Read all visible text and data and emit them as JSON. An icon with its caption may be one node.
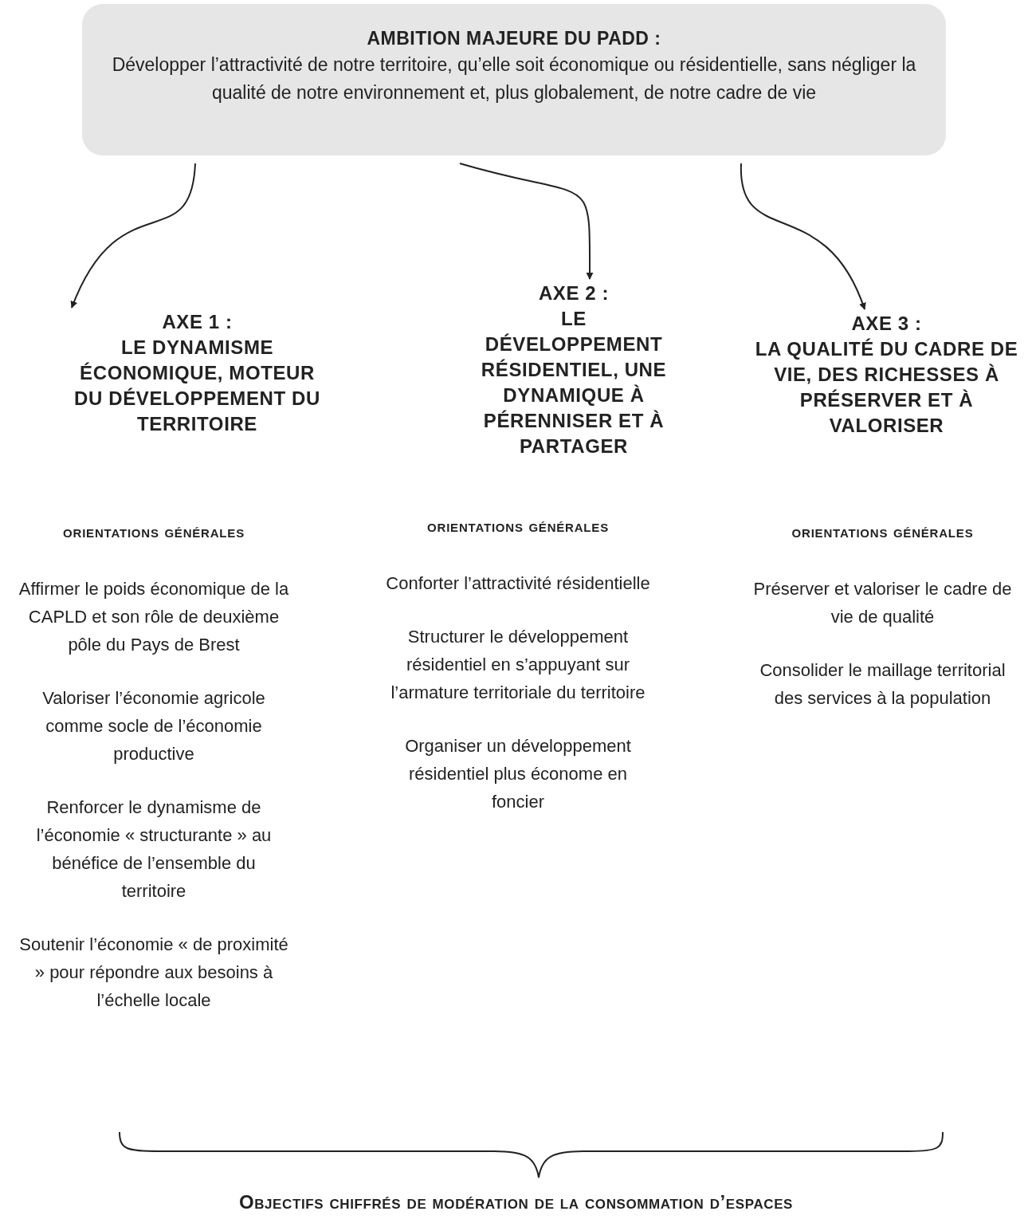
{
  "diagram": {
    "nodes": [
      {
        "text": [
          "AMBITION MAJEURE DU PADD :",
          "Développer l’attractivité de notre territoire, qu’elle soit économique ou résidentielle, sans négliger la qualité de notre environnement et, plus globalement, de notre cadre de vie"
        ]
      },
      {
        "text": [
          "AXE 1 :",
          "LE DYNAMISME ÉCONOMIQUE, MOTEUR DU DÉVELOPPEMENT DU TERRITOIRE"
        ]
      },
      {
        "text": [
          "AXE 2 :",
          "LE DÉVELOPPEMENT RÉSIDENTIEL, UNE DYNAMIQUE À PÉRENNISER ET À PARTAGER"
        ]
      },
      {
        "text": [
          "AXE 3 :",
          "LA QUALITÉ DU CADRE DE VIE, DES RICHESSES À PRÉSERVER ET À VALORISER"
        ]
      }
    ],
    "edges": [
      {
        "from": 0,
        "to": 1,
        "arrow": "to"
      },
      {
        "from": 0,
        "to": 2,
        "arrow": "to"
      },
      {
        "from": 0,
        "to": 3,
        "arrow": "to"
      }
    ],
    "labels": [
      "orientations générales",
      "Affirmer le poids économique de la CAPLD et son rôle de deuxième pôle du Pays de Brest",
      "Valoriser l’économie agricole comme socle de l’économie productive",
      "Renforcer le dynamisme de l’économie « structurante » au bénéfice de l’ensemble du territoire",
      "Soutenir l’économie « de proximité » pour répondre aux besoins à l’échelle locale",
      "orientations générales",
      "Conforter l’attractivité résidentielle",
      "Structurer le développement résidentiel en s’appuyant sur l’armature territoriale du territoire",
      "Organiser un développement résidentiel plus économe en foncier",
      "orientations générales",
      "Préserver et valoriser le cadre de vie de qualité",
      "Consolider le maillage territorial des services à la population",
      "Objectifs chiffrés de modération de la consommation d’espaces"
    ]
  }
}
